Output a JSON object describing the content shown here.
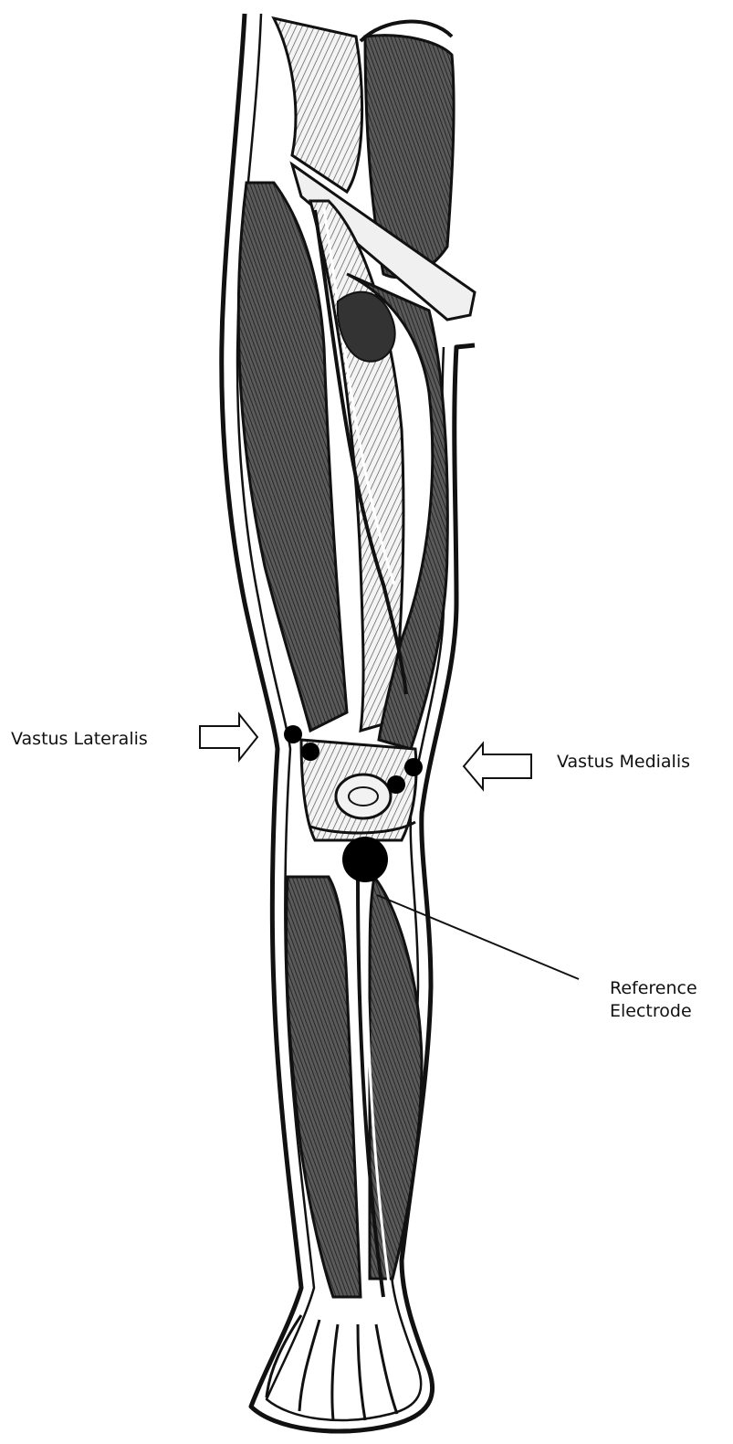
{
  "figure": {
    "labels": {
      "vastus_lateralis": "Vastus Lateralis",
      "vastus_medialis": "Vastus Medialis",
      "reference_line1": "Reference",
      "reference_line2": "Electrode"
    },
    "colors": {
      "ink": "#111111",
      "muscle_shade": "#3a3a3a",
      "electrode": "#000000",
      "background": "#ffffff"
    }
  }
}
